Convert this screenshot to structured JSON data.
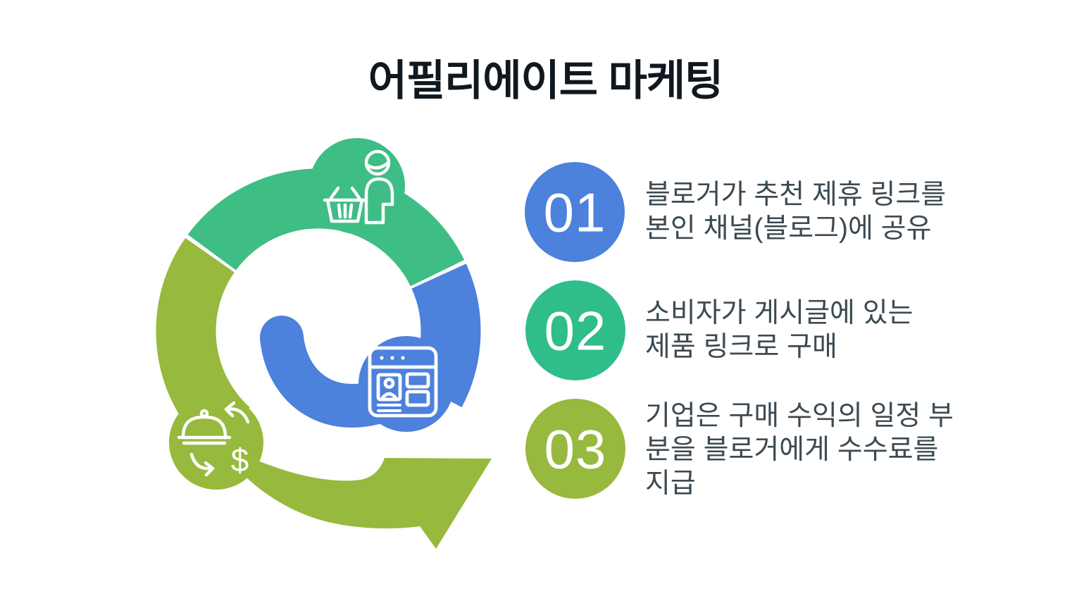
{
  "title": "어필리에이트 마케팅",
  "colors": {
    "background": "#ffffff",
    "title_text": "#10181f",
    "step_text": "#3c4a52",
    "blue": "#4c81dc",
    "green": "#3ebd84",
    "badge_green": "#2fbd8a",
    "olive": "#97b93d",
    "icon_stroke": "#ffffff"
  },
  "diagram": {
    "description": "circular cycle arrow with three segments",
    "segments": [
      {
        "label": "consumer-segment",
        "color": "#3ebd84",
        "icon": "shopper-with-basket-icon"
      },
      {
        "label": "blog-segment",
        "color": "#4c81dc",
        "icon": "blog-page-icon"
      },
      {
        "label": "commission-segment",
        "color": "#97b93d",
        "icon": "product-money-exchange-icon"
      }
    ]
  },
  "steps": [
    {
      "number": "01",
      "color": "#4c81dc",
      "lines": [
        "블로거가 추천 제휴 링크를",
        "본인 채널(블로그)에 공유"
      ]
    },
    {
      "number": "02",
      "color": "#2fbd8a",
      "lines": [
        "소비자가 게시글에 있는",
        "제품 링크로 구매"
      ]
    },
    {
      "number": "03",
      "color": "#97b93d",
      "lines": [
        "기업은 구매 수익의 일정 부",
        "분을 블로거에게 수수료를",
        "지급"
      ]
    }
  ]
}
